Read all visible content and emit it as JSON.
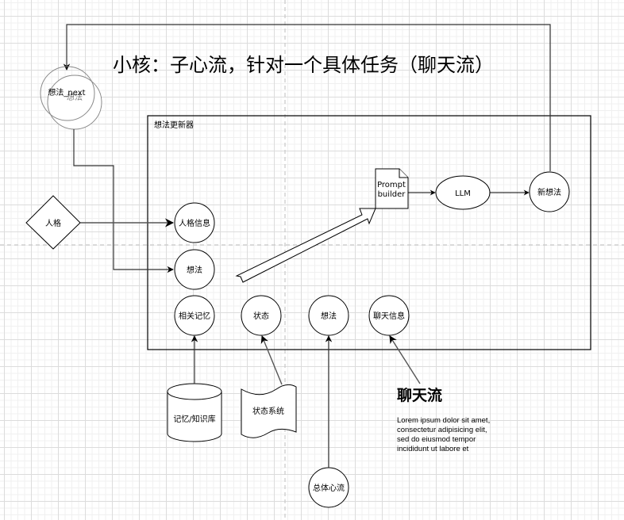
{
  "title": "小核：子心流，针对一个具体任务（聊天流）",
  "container": {
    "label": "想法更新器"
  },
  "nodes": {
    "thought_next": {
      "label": "想法_next",
      "shadow_label": "想法"
    },
    "personality": {
      "label": "人格"
    },
    "personality_info": {
      "label": "人格信息"
    },
    "thought_in": {
      "label": "想法"
    },
    "related_memory": {
      "label": "相关记忆"
    },
    "state": {
      "label": "状态"
    },
    "thought_bottom": {
      "label": "想法"
    },
    "chat_info": {
      "label": "聊天信息"
    },
    "prompt_builder": {
      "line1": "Prompt",
      "line2": "builder"
    },
    "llm": {
      "label": "LLM"
    },
    "new_thought": {
      "label": "新想法"
    },
    "memory_db": {
      "label": "记忆/知识库"
    },
    "state_system": {
      "label": "状态系统"
    },
    "overall_flow": {
      "label": "总体心流"
    }
  },
  "note": {
    "title": "聊天流",
    "body": "Lorem ipsum dolor sit amet, consectetur adipisicing elit, sed do eiusmod tempor incididunt ut labore et"
  }
}
